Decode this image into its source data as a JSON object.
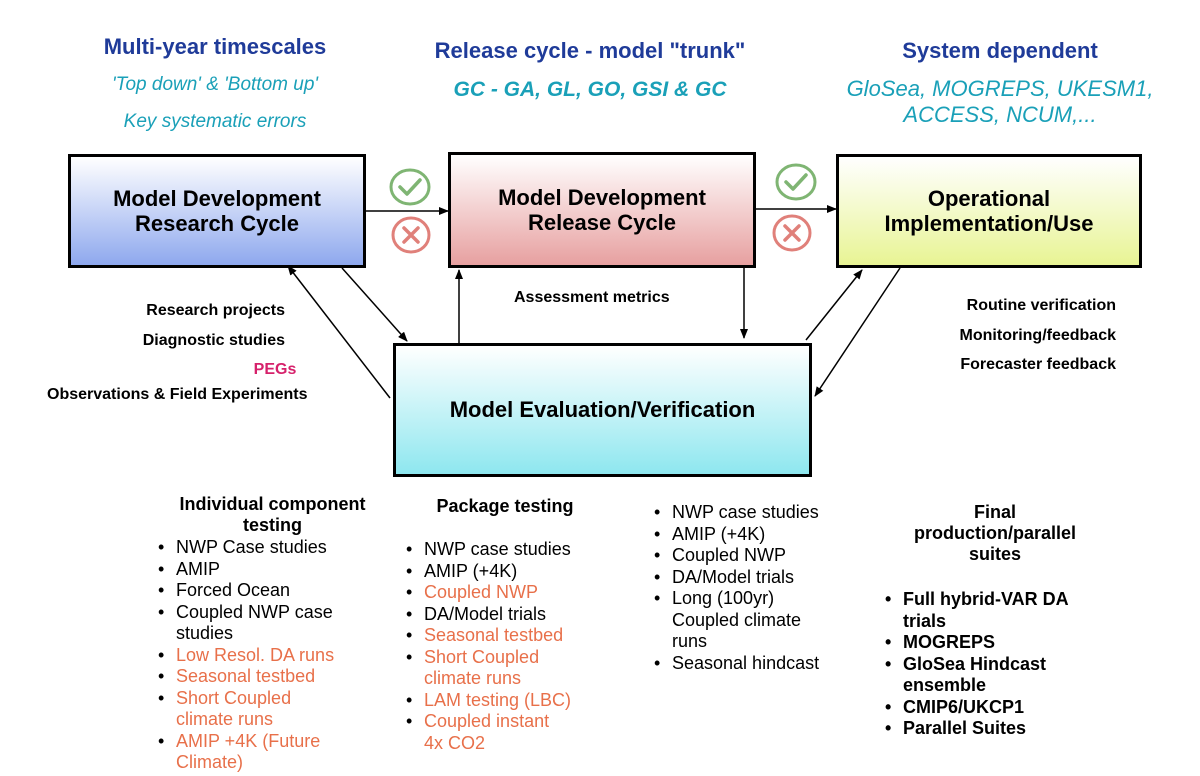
{
  "headers": {
    "left": {
      "title": "Multi-year timescales",
      "line1": "'Top down' & 'Bottom up'",
      "line2": "Key systematic errors"
    },
    "center": {
      "title": "Release cycle - model \"trunk\"",
      "line1": "GC - GA, GL, GO, GSI & GC"
    },
    "right": {
      "title": "System dependent",
      "line1": "GloSea, MOGREPS, UKESM1,",
      "line2": "ACCESS, NCUM,..."
    }
  },
  "boxes": {
    "research": {
      "line1": "Model Development",
      "line2": "Research Cycle"
    },
    "release": {
      "line1": "Model Development",
      "line2": "Release Cycle"
    },
    "operational": {
      "line1": "Operational",
      "line2": "Implementation/Use"
    },
    "evaluation": {
      "label": "Model Evaluation/Verification"
    }
  },
  "labels": {
    "left": [
      "Research projects",
      "Diagnostic studies",
      "PEGs",
      "Observations & Field Experiments"
    ],
    "center": "Assessment metrics",
    "right": [
      "Routine verification",
      "Monitoring/feedback",
      "Forecaster feedback"
    ]
  },
  "icons": {
    "approve": "check-circle-icon",
    "reject": "x-circle-icon"
  },
  "colors": {
    "header_blue": "#1f3b99",
    "subtitle_teal": "#1aa0b8",
    "pegs_pink": "#d6216b",
    "list_orange": "#e8704a",
    "check_green": "#7fb573",
    "cross_red": "#e0807a"
  },
  "columns": {
    "col1": {
      "title_line1": "Individual component",
      "title_line2": "testing",
      "items": [
        {
          "l1": "NWP Case studies",
          "orange": false
        },
        {
          "l1": "AMIP",
          "orange": false
        },
        {
          "l1": "Forced Ocean",
          "orange": false
        },
        {
          "l1": "Coupled NWP case",
          "l2": "studies",
          "orange": false
        },
        {
          "l1": "Low Resol. DA runs",
          "orange": true
        },
        {
          "l1": "Seasonal testbed",
          "orange": true
        },
        {
          "l1": "Short Coupled",
          "l2": "climate runs",
          "orange": true
        },
        {
          "l1": "AMIP +4K (Future",
          "l2": "Climate)",
          "orange": true
        }
      ]
    },
    "col2": {
      "title_line1": "Package testing",
      "items": [
        {
          "l1": "NWP case studies",
          "orange": false
        },
        {
          "l1": "AMIP (+4K)",
          "orange": false
        },
        {
          "l1": "Coupled NWP",
          "orange": true
        },
        {
          "l1": "DA/Model trials",
          "orange": false
        },
        {
          "l1": "Seasonal testbed",
          "orange": true
        },
        {
          "l1": "Short Coupled",
          "l2": "climate runs",
          "orange": true
        },
        {
          "l1": "LAM testing (LBC)",
          "orange": true
        },
        {
          "l1": "Coupled instant",
          "l2": "4x CO2",
          "orange": true
        }
      ]
    },
    "col3": {
      "items": [
        {
          "l1": "NWP case studies",
          "orange": false
        },
        {
          "l1": "AMIP (+4K)",
          "orange": false
        },
        {
          "l1": "Coupled NWP",
          "orange": false
        },
        {
          "l1": "DA/Model trials",
          "orange": false
        },
        {
          "l1": "Long (100yr)",
          "l2": "Coupled climate",
          "l3": "runs",
          "orange": false
        },
        {
          "l1": "Seasonal hindcast",
          "orange": false
        }
      ]
    },
    "col4": {
      "title_line1": "Final",
      "title_line2": "production/parallel",
      "title_line3": "suites",
      "items": [
        {
          "l1": "Full hybrid-VAR DA",
          "l2": "trials",
          "orange": false
        },
        {
          "l1": "MOGREPS",
          "orange": false
        },
        {
          "l1": "GloSea Hindcast",
          "l2": "ensemble",
          "orange": false
        },
        {
          "l1": "CMIP6/UKCP1",
          "orange": false
        },
        {
          "l1": "Parallel Suites",
          "orange": false
        }
      ]
    }
  }
}
